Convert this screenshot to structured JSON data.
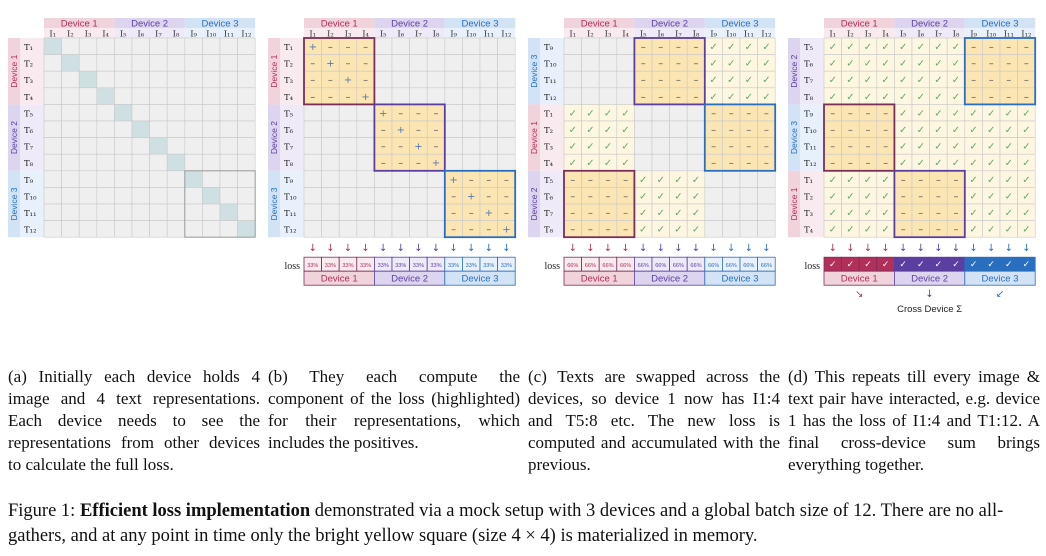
{
  "devices": [
    {
      "name": "Device 1",
      "images": [
        "I₁",
        "I₂",
        "I₃",
        "I₄"
      ],
      "texts": [
        "T₁",
        "T₂",
        "T₃",
        "T₄"
      ],
      "color": "#b0305a",
      "fill": "#f1d3dc",
      "tint": "#f9eaef",
      "box": "#7a2f59"
    },
    {
      "name": "Device 2",
      "images": [
        "I₅",
        "I₆",
        "I₇",
        "I₈"
      ],
      "texts": [
        "T₅",
        "T₆",
        "T₇",
        "T₈"
      ],
      "color": "#5a3fa0",
      "fill": "#ddd5ef",
      "tint": "#efeaf8",
      "box": "#5a3fa0"
    },
    {
      "name": "Device 3",
      "images": [
        "I₉",
        "I₁₀",
        "I₁₁",
        "I₁₂"
      ],
      "texts": [
        "T₉",
        "T₁₀",
        "T₁₁",
        "T₁₂"
      ],
      "color": "#2a6fbf",
      "fill": "#d2e3f5",
      "tint": "#e8f1fb",
      "box": "#2a6fbf"
    }
  ],
  "colors": {
    "grid": "#c8c8c8",
    "cell": "#efefef",
    "diag": "#cfe0e3",
    "yellow": "#fbe6b3",
    "paleyellow": "#fdf6e1",
    "check": "#6aa86a",
    "plus": "#5a7ab0",
    "minus": "#555555"
  },
  "panels": [
    {
      "id": "a",
      "row_order": [
        0,
        1,
        2
      ],
      "loss": null
    },
    {
      "id": "b",
      "row_order": [
        0,
        1,
        2
      ],
      "loss": {
        "label": "loss",
        "value": "33%"
      }
    },
    {
      "id": "c",
      "row_order": [
        2,
        0,
        1
      ],
      "loss": {
        "label": "loss",
        "value": "66%"
      }
    },
    {
      "id": "d",
      "row_order": [
        1,
        2,
        0
      ],
      "loss": {
        "label": "loss",
        "value": "✓"
      },
      "sum_label": "Cross Device Σ"
    }
  ],
  "captions": {
    "a": "(a) Initially each device holds 4 image and 4 text representations. Each device needs to see the representations from other devices to calculate the full loss.",
    "b": "(b) They each compute the component of the loss (highlighted) for their representations, which includes the positives.",
    "c": "(c) Texts are swapped across the devices, so device 1 now has I1:4 and T5:8 etc. The new loss is computed and accumulated with the previous.",
    "d": "(d) This repeats till every image & text pair have interacted, e.g. device 1 has the loss of I1:4 and T1:12. A final cross-device sum brings everything together."
  },
  "figure_caption": {
    "prefix": "Figure 1: ",
    "bold": "Efficient loss implementation",
    "rest": " demonstrated via a mock setup with 3 devices and a global batch size of 12. There are no all-gathers, and at any point in time only the bright yellow square (size 4 × 4) is materialized in memory."
  }
}
